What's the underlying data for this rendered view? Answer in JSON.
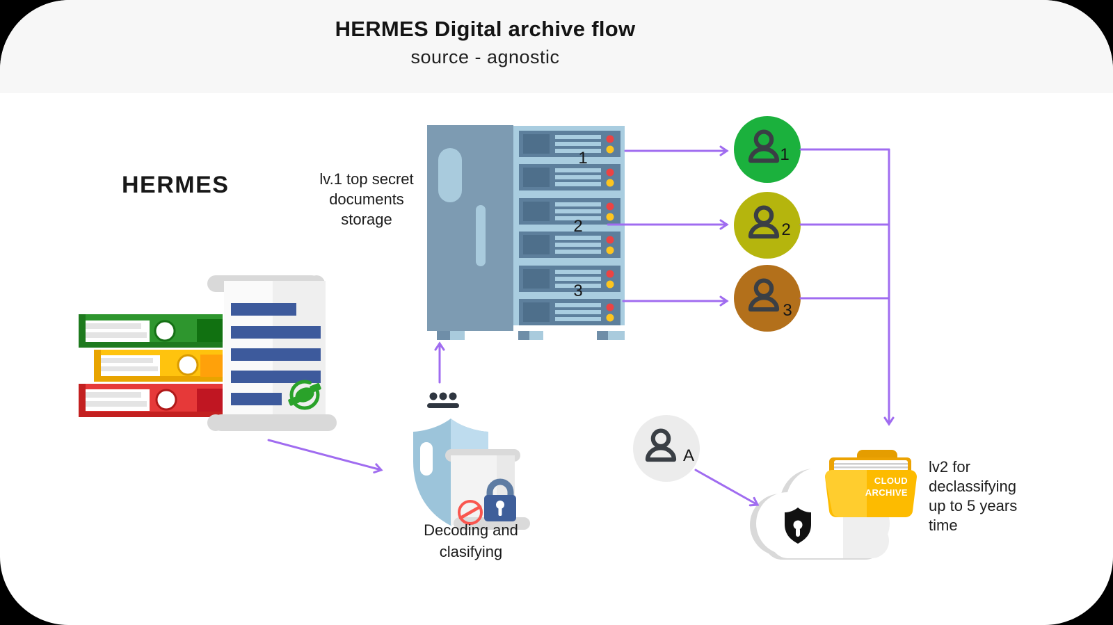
{
  "header": {
    "title": "HERMES Digital archive flow",
    "subtitle": "source - agnostic"
  },
  "brand": "HERMES",
  "storage": {
    "lines": [
      "lv.1 top secret",
      "documents",
      "storage"
    ]
  },
  "server": {
    "slots": [
      "1",
      "2",
      "3"
    ]
  },
  "users": [
    {
      "label": "1",
      "color": "#1bb13d"
    },
    {
      "label": "2",
      "color": "#b5b50d"
    },
    {
      "label": "3",
      "color": "#b3701b"
    }
  ],
  "admin": {
    "label": "A"
  },
  "decoding": {
    "lines": [
      "Decoding and",
      "clasifying"
    ]
  },
  "folder": {
    "lines": [
      "CLOUD",
      "ARCHIVE"
    ]
  },
  "note": {
    "lines": [
      "lv2 for",
      "declassifying",
      "up to 5 years",
      "time"
    ]
  },
  "colors": {
    "outside_bg": "#000000",
    "page_bg": "#ffffff",
    "header_bg": "#f7f7f7",
    "accent_arrow": "#a06cf0",
    "user1_green": "#1bb13d",
    "user2_olive": "#b5b50d",
    "user3_brown": "#b3701b",
    "person_icon": "#3a3f45",
    "cabinet_blue": "#7d9bb2",
    "rack_light_blue": "#a9cde0",
    "unit_dark_blue": "#5d7f9c",
    "led_red": "#ec4343",
    "led_yellow": "#fdc51f",
    "shield_blue": "#9cc4da",
    "lock_blue": "#3f5f9a",
    "deny_red": "#f9564f",
    "doc_bar_blue": "#3d5a9c",
    "emblem_green": "#2aa22a",
    "binder_green": "#2e962e",
    "binder_yellow": "#ffc30e",
    "binder_red": "#e63939",
    "folder_yellow": "#fdbb00",
    "folder_tab_orange": "#e59d00",
    "cloud_gray": "#efefef",
    "cloud_lock_black": "#111111"
  }
}
